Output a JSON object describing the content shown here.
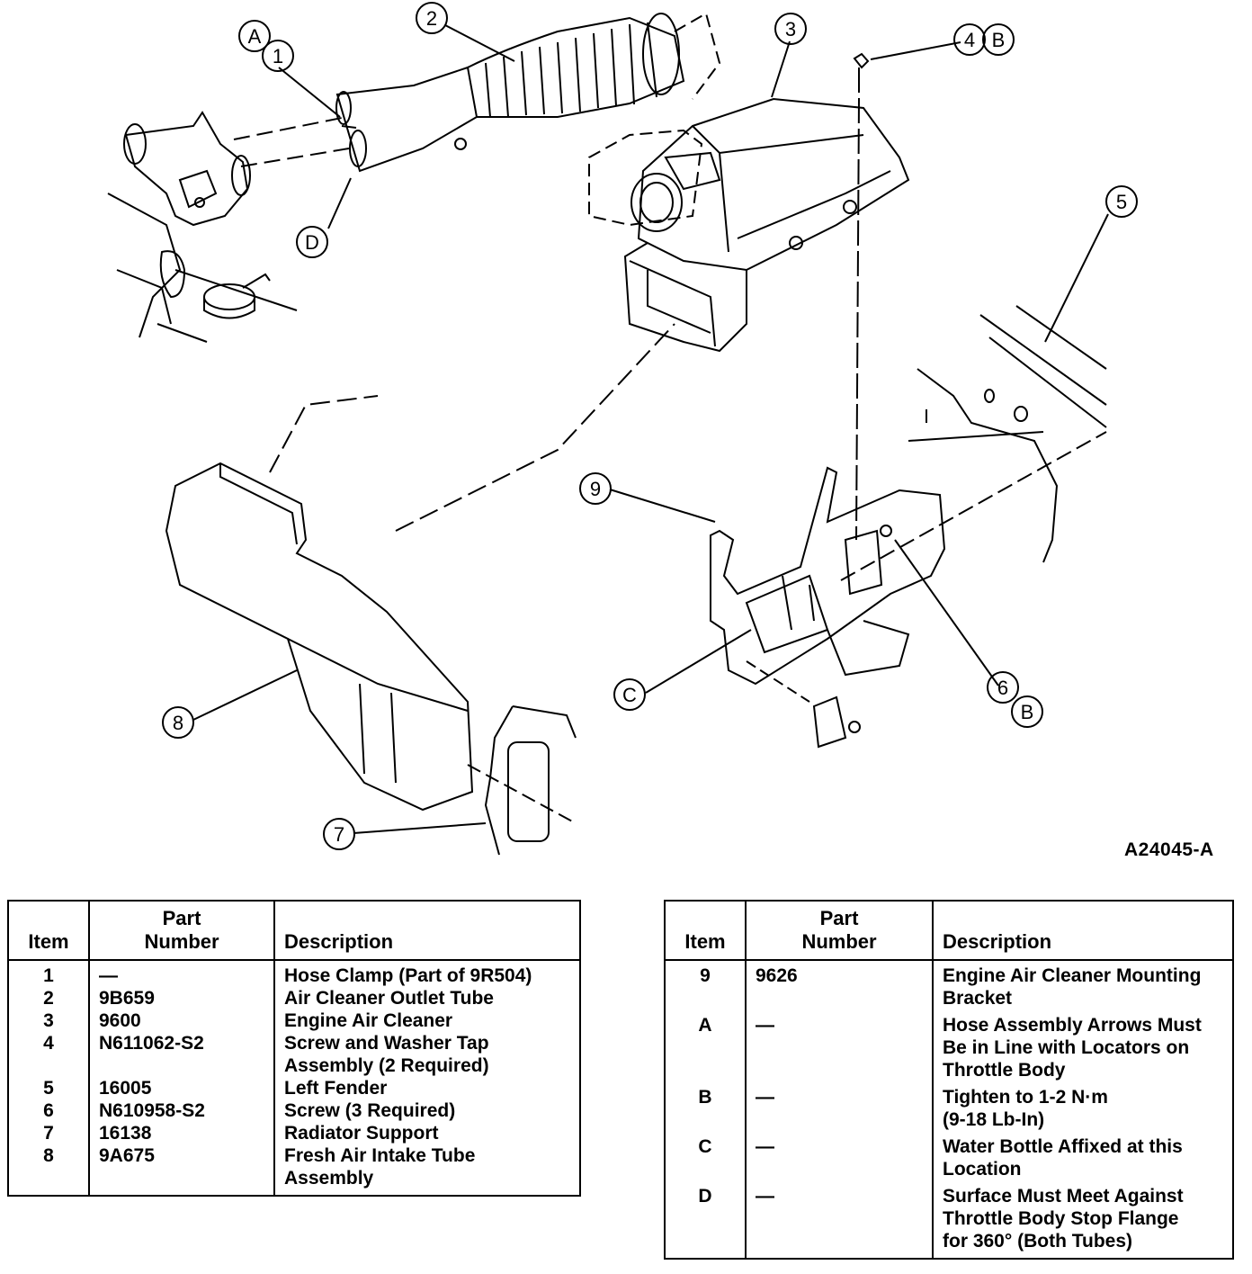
{
  "figure": {
    "id_label": "A24045-A",
    "callouts": [
      "1",
      "2",
      "3",
      "4",
      "5",
      "6",
      "7",
      "8",
      "9",
      "A",
      "B",
      "C",
      "D"
    ]
  },
  "tables": {
    "headers": {
      "item": "Item",
      "part_line1": "Part",
      "part_line2": "Number",
      "description": "Description"
    },
    "left_rows": [
      {
        "item": "1",
        "part": "—",
        "desc": [
          "Hose Clamp (Part of 9R504)"
        ]
      },
      {
        "item": "2",
        "part": "9B659",
        "desc": [
          "Air Cleaner Outlet Tube"
        ]
      },
      {
        "item": "3",
        "part": "9600",
        "desc": [
          "Engine Air Cleaner"
        ]
      },
      {
        "item": "4",
        "part": "N611062-S2",
        "desc": [
          "Screw and Washer Tap",
          "Assembly (2 Required)"
        ]
      },
      {
        "item": "5",
        "part": "16005",
        "desc": [
          "Left Fender"
        ]
      },
      {
        "item": "6",
        "part": "N610958-S2",
        "desc": [
          "Screw (3 Required)"
        ]
      },
      {
        "item": "7",
        "part": "16138",
        "desc": [
          "Radiator Support"
        ]
      },
      {
        "item": "8",
        "part": "9A675",
        "desc": [
          "Fresh Air Intake Tube",
          "Assembly"
        ]
      }
    ],
    "right_rows": [
      {
        "item": "9",
        "part": "9626",
        "desc": [
          "Engine Air Cleaner Mounting",
          "Bracket"
        ]
      },
      {
        "item": "A",
        "part": "—",
        "desc": [
          "Hose Assembly Arrows Must",
          "Be in Line with Locators on",
          "Throttle Body"
        ]
      },
      {
        "item": "B",
        "part": "—",
        "desc": [
          "Tighten to 1-2 N·m",
          "(9-18 Lb-In)"
        ]
      },
      {
        "item": "C",
        "part": "—",
        "desc": [
          "Water Bottle Affixed at this",
          "Location"
        ]
      },
      {
        "item": "D",
        "part": "—",
        "desc": [
          "Surface Must Meet Against",
          "Throttle Body Stop Flange",
          "for 360° (Both Tubes)"
        ]
      }
    ]
  }
}
